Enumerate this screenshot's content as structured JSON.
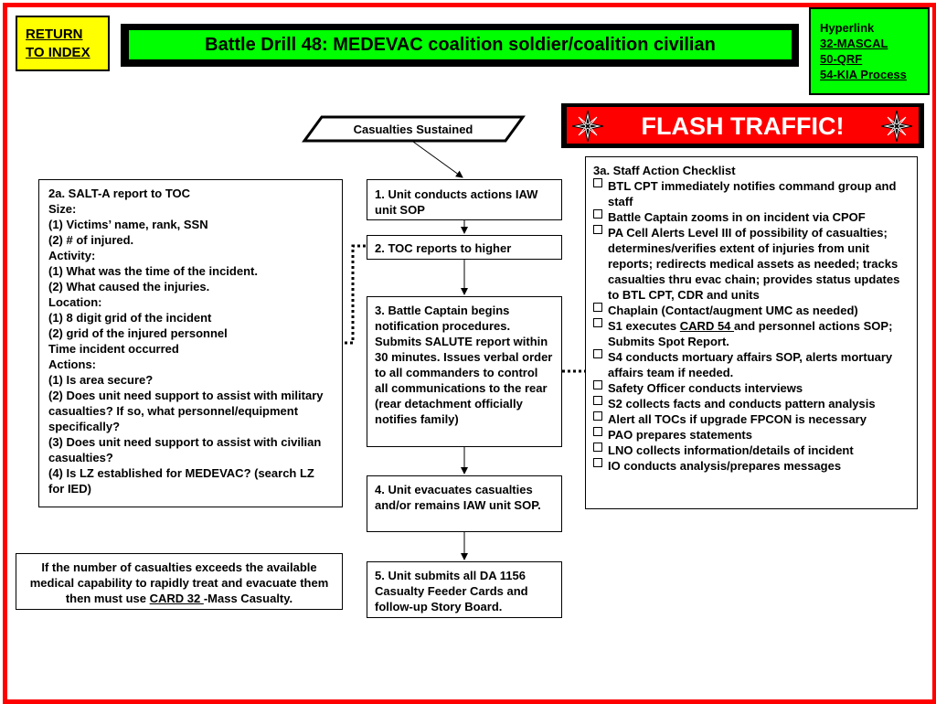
{
  "return_button": {
    "line1": "RETURN",
    "line2": "TO INDEX"
  },
  "title": "Battle Drill 48:  MEDEVAC coalition soldier/coalition civilian",
  "hyperlinks": {
    "header": "Hyperlink",
    "items": [
      "32-MASCAL",
      "50-QRF",
      "54-KIA Process"
    ]
  },
  "flash": "FLASH TRAFFIC!",
  "start_shape": "Casualties Sustained",
  "steps": {
    "s1": "1. Unit  conducts actions IAW unit SOP",
    "s2": "2. TOC reports to higher",
    "s3": "3.  Battle Captain begins notification procedures. Submits SALUTE report within 30 minutes.  Issues verbal order to all commanders to control all communications to the rear (rear detachment officially notifies family)",
    "s4": "4. Unit evacuates casualties and/or remains IAW unit SOP.",
    "s5": "5.  Unit submits all DA 1156 Casualty Feeder Cards and follow-up Story Board."
  },
  "salt": {
    "lines": [
      "2a.  SALT-A report to TOC",
      "Size:",
      "(1) Victims’ name, rank, SSN",
      "(2) # of injured.",
      "Activity:",
      "(1) What was the time of the incident.",
      "(2) What caused the injuries.",
      "Location:",
      "(1) 8 digit grid of the incident",
      "(2) grid of the  injured personnel",
      "Time incident occurred",
      "Actions:",
      "(1) Is area secure?",
      "(2) Does unit need support to assist with military casualties?  If so, what personnel/equipment specifically?",
      "(3) Does unit need support to assist with civilian casualties?",
      "(4) Is LZ established for MEDEVAC? (search LZ for IED)"
    ]
  },
  "note": {
    "text_before": "If the number of casualties exceeds the available medical capability to rapidly treat and evacuate them then must use ",
    "link": "CARD 32 ",
    "text_after": "-Mass Casualty."
  },
  "staff": {
    "header": "3a. Staff Action Checklist",
    "items": [
      {
        "text": " BTL CPT immediately notifies command group and staff"
      },
      {
        "text": " Battle Captain zooms in on incident via CPOF"
      },
      {
        "text": " PA Cell Alerts Level III of possibility of casualties; determines/verifies extent of injuries from unit reports; redirects medical assets as needed; tracks casualties thru evac chain; provides status updates to BTL CPT, CDR and units"
      },
      {
        "text": " Chaplain (Contact/augment UMC as needed)"
      },
      {
        "before": " S1 executes ",
        "link": "CARD 54 ",
        "after": "and personnel actions SOP; Submits Spot Report."
      },
      {
        "text": " S4 conducts mortuary affairs SOP, alerts mortuary affairs team  if needed."
      },
      {
        "text": " Safety Officer conducts interviews"
      },
      {
        "text": " S2 collects facts and conducts pattern analysis"
      },
      {
        "text": " Alert all TOCs if upgrade FPCON is necessary"
      },
      {
        "text": " PAO prepares statements"
      },
      {
        "text": " LNO collects information/details of incident"
      },
      {
        "text": " IO conducts analysis/prepares messages"
      }
    ]
  },
  "colors": {
    "frame": "#ff0000",
    "title_bg": "#00ff00",
    "return_bg": "#ffff00",
    "flash_bg": "#ff0000"
  }
}
